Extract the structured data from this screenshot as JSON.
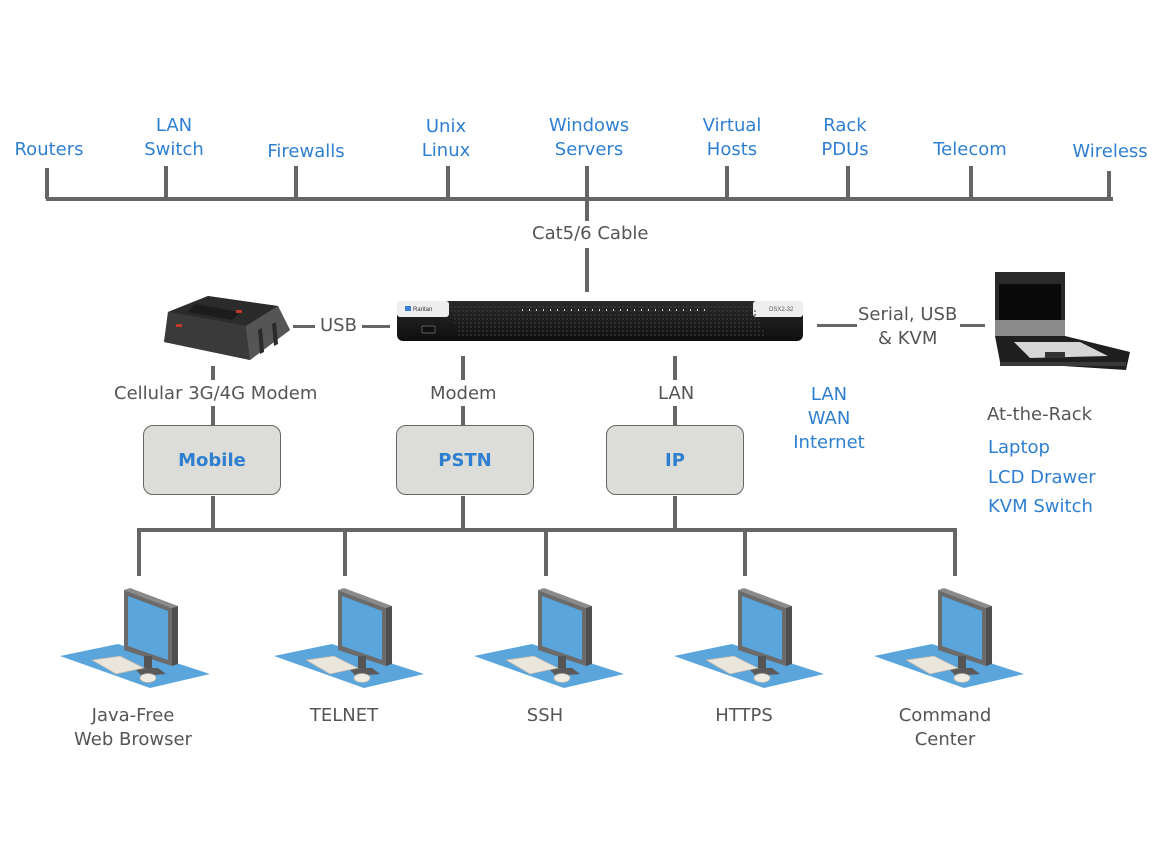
{
  "diagram_title": "",
  "colors": {
    "accent_blue": "#2f7fd1",
    "line_gray": "#666666",
    "text_gray": "#555555",
    "box_fill": "#dcdcd8",
    "screen_blue": "#5aa5dc"
  },
  "targets": [
    {
      "id": "routers",
      "lines": [
        "Routers"
      ]
    },
    {
      "id": "lan-switch",
      "lines": [
        "LAN",
        "Switch"
      ]
    },
    {
      "id": "firewalls",
      "lines": [
        "Firewalls"
      ]
    },
    {
      "id": "unix-linux",
      "lines": [
        "Unix",
        "Linux"
      ]
    },
    {
      "id": "windows-servers",
      "lines": [
        "Windows",
        "Servers"
      ]
    },
    {
      "id": "virtual-hosts",
      "lines": [
        "Virtual",
        "Hosts"
      ]
    },
    {
      "id": "rack-pdus",
      "lines": [
        "Rack",
        "PDUs"
      ]
    },
    {
      "id": "telecom",
      "lines": [
        "Telecom"
      ]
    },
    {
      "id": "wireless",
      "lines": [
        "Wireless"
      ]
    }
  ],
  "connections": {
    "cable": "Cat5/6 Cable",
    "usb": "USB",
    "serial_line1": "Serial, USB",
    "serial_line2": "& KVM",
    "cellular": "Cellular 3G/4G Modem",
    "modem": "Modem",
    "lan": "LAN"
  },
  "device": {
    "brand": "Raritan",
    "model": "DSX2-32",
    "icon": "kvm-console-server-icon"
  },
  "modem_device": {
    "icon": "cellular-modem-icon"
  },
  "network_label": [
    "LAN",
    "WAN",
    "Internet"
  ],
  "access_boxes": [
    {
      "id": "mobile",
      "label": "Mobile"
    },
    {
      "id": "pstn",
      "label": "PSTN"
    },
    {
      "id": "ip",
      "label": "IP"
    }
  ],
  "at_the_rack": {
    "title": "At-the-Rack",
    "items": [
      "Laptop",
      "LCD Drawer",
      "KVM Switch"
    ],
    "icon": "lcd-drawer-icon"
  },
  "clients": [
    {
      "id": "java-free-web-browser",
      "lines": [
        "Java-Free",
        "Web Browser"
      ]
    },
    {
      "id": "telnet",
      "lines": [
        "TELNET"
      ]
    },
    {
      "id": "ssh",
      "lines": [
        "SSH"
      ]
    },
    {
      "id": "https",
      "lines": [
        "HTTPS"
      ]
    },
    {
      "id": "command-center",
      "lines": [
        "Command",
        "Center"
      ]
    }
  ]
}
